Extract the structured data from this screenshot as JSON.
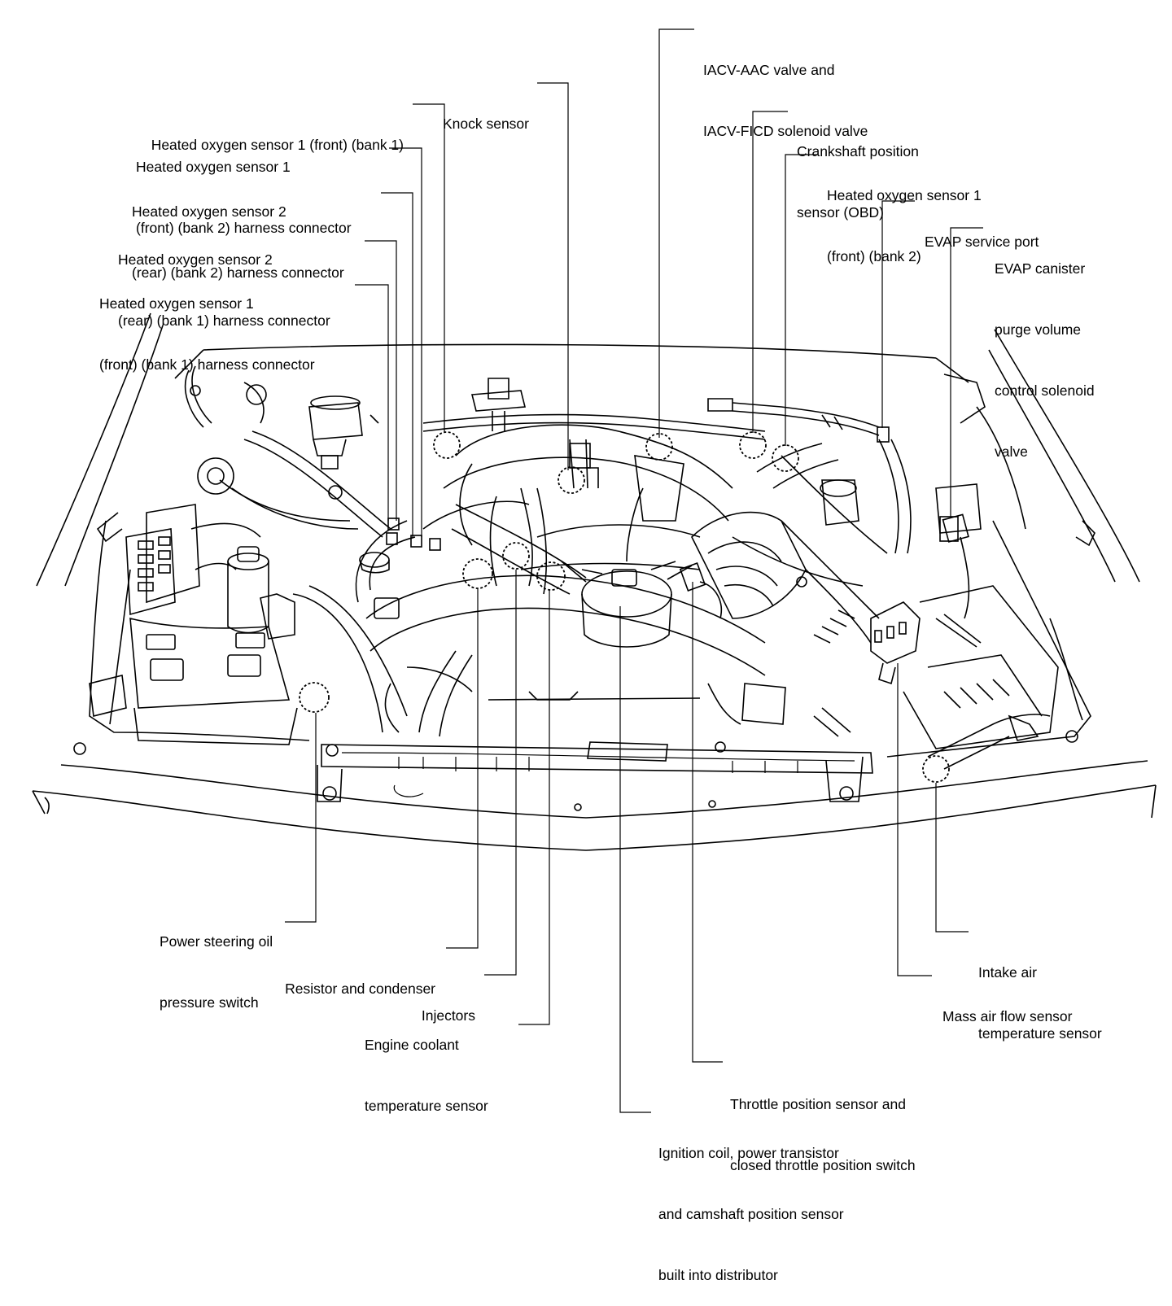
{
  "labels": {
    "iacv": [
      "IACV-AAC valve and",
      "IACV-FICD solenoid valve"
    ],
    "knock": [
      "Knock sensor"
    ],
    "ho2s1_b1": [
      "Heated oxygen sensor 1 (front) (bank 1)"
    ],
    "ho2s1_b2_conn": [
      "Heated oxygen sensor 1",
      "(front) (bank 2) harness connector"
    ],
    "ho2s2_b2_conn": [
      "Heated oxygen sensor 2",
      "(rear) (bank 2) harness connector"
    ],
    "ho2s2_b1_conn": [
      "Heated oxygen sensor 2",
      "(rear) (bank 1) harness connector"
    ],
    "ho2s1_b1_conn": [
      "Heated oxygen sensor 1",
      "(front) (bank 1) harness connector"
    ],
    "crank": [
      "Crankshaft position",
      "sensor (OBD)"
    ],
    "ho2s1_b2": [
      "Heated oxygen sensor 1",
      "(front) (bank 2)"
    ],
    "evap_port": [
      "EVAP service port"
    ],
    "evap_valve": [
      "EVAP canister",
      "purge volume",
      "control solenoid",
      "valve"
    ],
    "ps_switch": [
      "Power steering oil",
      "pressure switch"
    ],
    "resistor": [
      "Resistor and condenser"
    ],
    "injectors": [
      "Injectors"
    ],
    "ect": [
      "Engine coolant",
      "temperature sensor"
    ],
    "iat": [
      "Intake air",
      "temperature sensor"
    ],
    "maf": [
      "Mass air flow sensor"
    ],
    "tps": [
      "Throttle position sensor and",
      "closed throttle position switch"
    ],
    "ignition": [
      "Ignition coil, power transistor",
      "and camshaft position sensor",
      "built into distributor"
    ]
  }
}
